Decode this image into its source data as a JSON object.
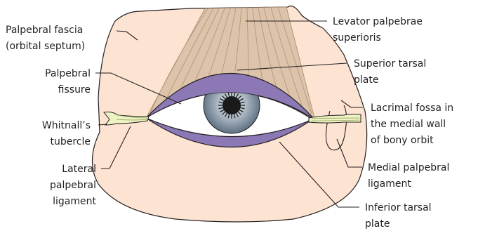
{
  "labels": {
    "palpebral_fascia": [
      "Palpebral fascia",
      "(orbital septum)"
    ],
    "palpebral_fissure": [
      "Palpebral",
      "fissure"
    ],
    "whitnalls_tubercle": [
      "Whitnall’s",
      "tubercle"
    ],
    "lateral_palpebral_ligament": [
      "Lateral",
      "palpebral",
      "ligament"
    ],
    "levator_palpebrae_superioris": [
      "Levator palpebrae",
      "superioris"
    ],
    "superior_tarsal_plate": [
      "Superior tarsal",
      "plate"
    ],
    "lacrimal_fossa": [
      "Lacrimal fossa in",
      "the medial wall",
      "of bony orbit"
    ],
    "medial_palpebral_ligament": [
      "Medial palpebral",
      "ligament"
    ],
    "inferior_tarsal_plate": [
      "Inferior tarsal",
      "plate"
    ]
  },
  "colors": {
    "orbit_skin": "#fde3d2",
    "levator_muscle": "#dcc3aa",
    "levator_stripes": "#b3977a",
    "tarsal_plate": "#8b78b5",
    "ligament": "#eef3c4",
    "iris_light": "#d3dce3",
    "iris_dark": "#5d6f80",
    "pupil": "#1a1a1a",
    "outline": "#231f20"
  }
}
